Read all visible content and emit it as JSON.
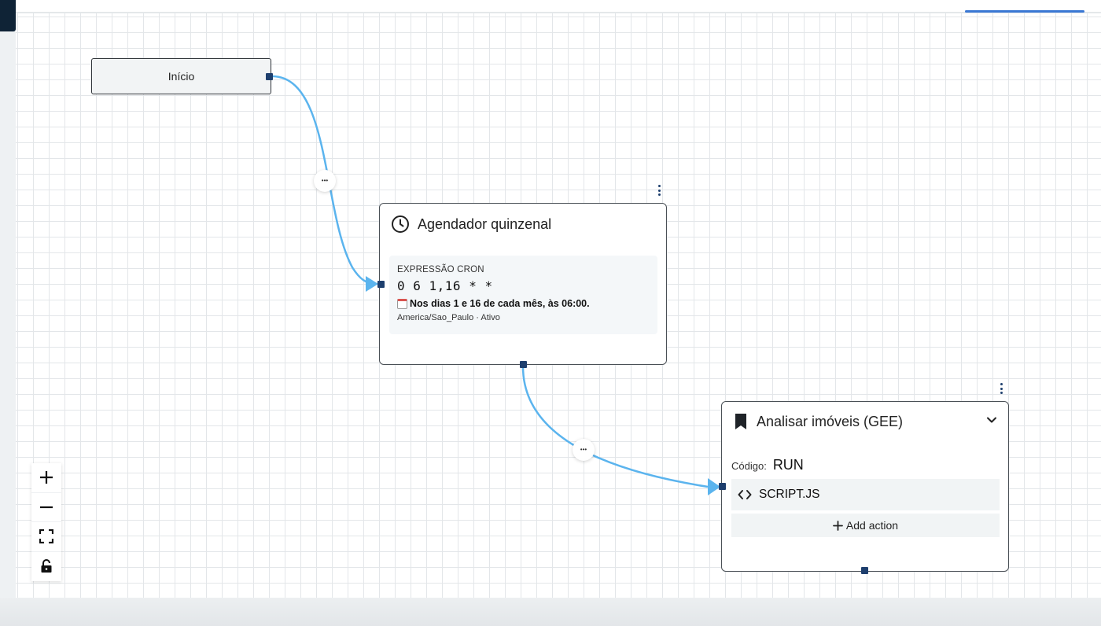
{
  "flow": {
    "start_node": {
      "label": "Início"
    },
    "edge_button_label": "•••",
    "scheduler_node": {
      "icon": "clock-icon",
      "title": "Agendador quinzenal",
      "cron_label": "EXPRESSÃO CRON",
      "cron_expression": "0 6 1,16 * *",
      "description": "Nos dias 1 e 16 de cada mês, às 06:00.",
      "timezone_status": "America/Sao_Paulo · Ativo"
    },
    "action_node": {
      "icon": "bookmark-icon",
      "title": "Analisar imóveis (GEE)",
      "code_label": "Código:",
      "code_value": "RUN",
      "script_label": "SCRIPT.JS",
      "add_action_label": "Add action"
    }
  },
  "controls": [
    "zoom-in",
    "zoom-out",
    "fit-view",
    "lock"
  ],
  "colors": {
    "edge": "#5bb4ee",
    "handle": "#1e3f6e",
    "tab_indicator": "#3a78d4",
    "sidebar": "#0f2336"
  }
}
